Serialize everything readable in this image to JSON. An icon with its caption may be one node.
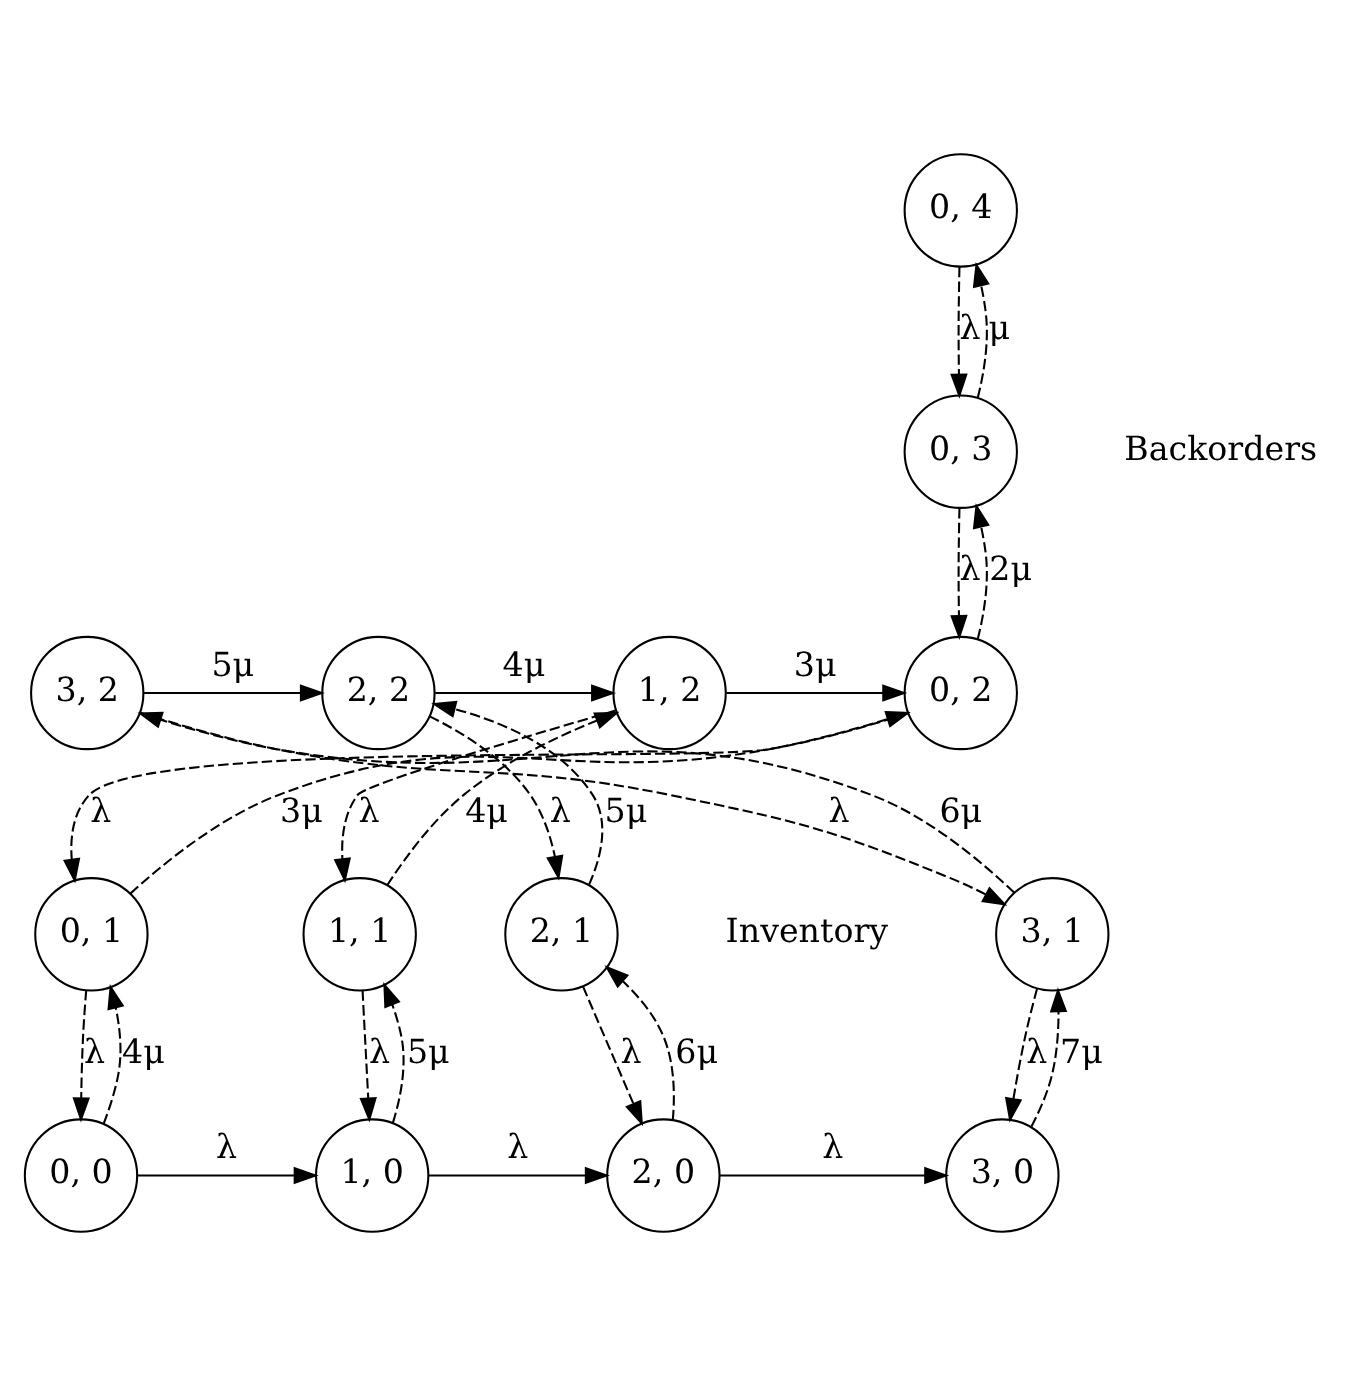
{
  "diagram": {
    "nodes": [
      {
        "text": [
          "0, 4"
        ]
      },
      {
        "text": [
          "0, 3"
        ]
      },
      {
        "text": [
          "0, 2"
        ]
      },
      {
        "text": [
          "1, 2"
        ]
      },
      {
        "text": [
          "2, 2"
        ]
      },
      {
        "text": [
          "3, 2"
        ]
      },
      {
        "text": [
          "0, 1"
        ]
      },
      {
        "text": [
          "1, 1"
        ]
      },
      {
        "text": [
          "2, 1"
        ]
      },
      {
        "text": [
          "3, 1"
        ]
      },
      {
        "text": [
          "0, 0"
        ]
      },
      {
        "text": [
          "1, 0"
        ]
      },
      {
        "text": [
          "2, 0"
        ]
      },
      {
        "text": [
          "3, 0"
        ]
      }
    ],
    "edges": [
      {
        "from": 0,
        "to": 1,
        "arrow": "to",
        "label": "λ",
        "style": "dashed"
      },
      {
        "from": 1,
        "to": 0,
        "arrow": "to",
        "label": "μ",
        "style": "dashed"
      },
      {
        "from": 1,
        "to": 2,
        "arrow": "to",
        "label": "λ",
        "style": "dashed"
      },
      {
        "from": 2,
        "to": 1,
        "arrow": "to",
        "label": "2μ",
        "style": "dashed"
      },
      {
        "from": 3,
        "to": 2,
        "arrow": "to",
        "label": "3μ"
      },
      {
        "from": 4,
        "to": 3,
        "arrow": "to",
        "label": "4μ"
      },
      {
        "from": 5,
        "to": 4,
        "arrow": "to",
        "label": "5μ"
      },
      {
        "from": 2,
        "to": 6,
        "arrow": "to",
        "label": "λ",
        "style": "dashed"
      },
      {
        "from": 6,
        "to": 2,
        "arrow": "to",
        "label": "3μ",
        "style": "dashed"
      },
      {
        "from": 3,
        "to": 7,
        "arrow": "to",
        "label": "λ",
        "style": "dashed"
      },
      {
        "from": 7,
        "to": 3,
        "arrow": "to",
        "label": "4μ",
        "style": "dashed"
      },
      {
        "from": 4,
        "to": 8,
        "arrow": "to",
        "label": "λ",
        "style": "dashed"
      },
      {
        "from": 8,
        "to": 4,
        "arrow": "to",
        "label": "5μ",
        "style": "dashed"
      },
      {
        "from": 5,
        "to": 9,
        "arrow": "to",
        "label": "λ",
        "style": "dashed"
      },
      {
        "from": 9,
        "to": 5,
        "arrow": "to",
        "label": "6μ",
        "style": "dashed"
      },
      {
        "from": 6,
        "to": 10,
        "arrow": "to",
        "label": "λ",
        "style": "dashed"
      },
      {
        "from": 10,
        "to": 6,
        "arrow": "to",
        "label": "4μ",
        "style": "dashed"
      },
      {
        "from": 7,
        "to": 11,
        "arrow": "to",
        "label": "λ",
        "style": "dashed"
      },
      {
        "from": 11,
        "to": 7,
        "arrow": "to",
        "label": "5μ",
        "style": "dashed"
      },
      {
        "from": 8,
        "to": 12,
        "arrow": "to",
        "label": "λ",
        "style": "dashed"
      },
      {
        "from": 12,
        "to": 8,
        "arrow": "to",
        "label": "6μ",
        "style": "dashed"
      },
      {
        "from": 9,
        "to": 13,
        "arrow": "to",
        "label": "λ",
        "style": "dashed"
      },
      {
        "from": 13,
        "to": 9,
        "arrow": "to",
        "label": "7μ",
        "style": "dashed"
      },
      {
        "from": 10,
        "to": 11,
        "arrow": "to",
        "label": "λ"
      },
      {
        "from": 11,
        "to": 12,
        "arrow": "to",
        "label": "λ"
      },
      {
        "from": 12,
        "to": 13,
        "arrow": "to",
        "label": "λ"
      }
    ],
    "labels": [
      "Backorders",
      "Inventory"
    ]
  }
}
